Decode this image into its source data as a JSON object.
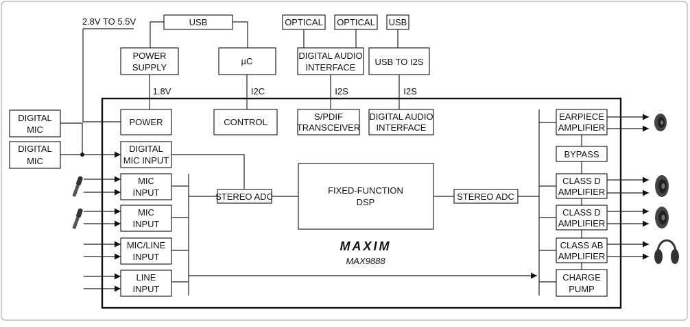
{
  "supply_range": "2.8V TO 5.5V",
  "top_row": {
    "usb_1": "USB",
    "optical_1": "OPTICAL",
    "optical_2": "OPTICAL",
    "usb_2": "USB",
    "power_supply": [
      "POWER",
      "SUPPLY"
    ],
    "uc": "µC",
    "digital_audio_interface": [
      "DIGITAL AUDIO",
      "INTERFACE"
    ],
    "usb_to_i2s": "USB TO I2S"
  },
  "bus_labels": {
    "v18": "1.8V",
    "i2c": "I2C",
    "i2s_1": "I2S",
    "i2s_2": "I2S"
  },
  "external_inputs": {
    "digital_mic_1": [
      "DIGITAL",
      "MIC"
    ],
    "digital_mic_2": [
      "DIGITAL",
      "MIC"
    ]
  },
  "chip_blocks": {
    "power": "POWER",
    "control": "CONTROL",
    "spdif": [
      "S/PDIF",
      "TRANSCEIVER"
    ],
    "digital_audio_interface": [
      "DIGITAL AUDIO",
      "INTERFACE"
    ],
    "digital_mic_input": [
      "DIGITAL",
      "MIC INPUT"
    ],
    "mic_input_1": [
      "MIC",
      "INPUT"
    ],
    "mic_input_2": [
      "MIC",
      "INPUT"
    ],
    "mic_line_input": [
      "MIC/LINE",
      "INPUT"
    ],
    "line_input": [
      "LINE",
      "INPUT"
    ],
    "stereo_adc_left": "STEREO ADC",
    "dsp": [
      "FIXED-FUNCTION",
      "DSP"
    ],
    "stereo_adc_right": "STEREO ADC",
    "earpiece_amp": [
      "EARPIECE",
      "AMPLIFIER"
    ],
    "bypass": "BYPASS",
    "class_d_1": [
      "CLASS D",
      "AMPLIFIER"
    ],
    "class_d_2": [
      "CLASS D",
      "AMPLIFIER"
    ],
    "class_ab": [
      "CLASS AB",
      "AMPLIFIER"
    ],
    "charge_pump": [
      "CHARGE",
      "PUMP"
    ]
  },
  "logo": "MAXIM",
  "part_number": "MAX9888"
}
